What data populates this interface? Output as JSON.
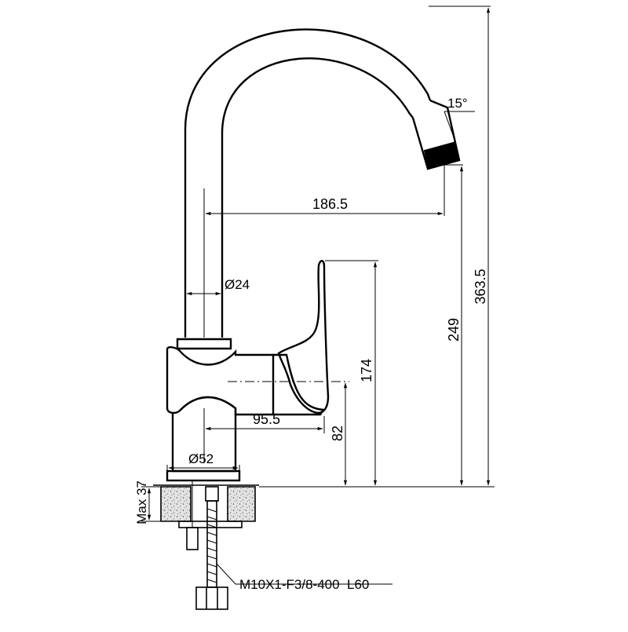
{
  "drawing": {
    "dims": {
      "angle": "15°",
      "spout_reach": "186.5",
      "tube_diameter": "Ø24",
      "total_height": "363.5",
      "outlet_height": "249",
      "handle_height": "174",
      "handle_reach": "95.5",
      "body_height": "82",
      "base_diameter": "Ø52",
      "max_thickness": "Max 37",
      "hose_spec": "M10X1-F3/8-400  L60"
    },
    "colors": {
      "line": "#000000",
      "background": "#ffffff",
      "counter_fill": "#d9d9d9"
    }
  }
}
